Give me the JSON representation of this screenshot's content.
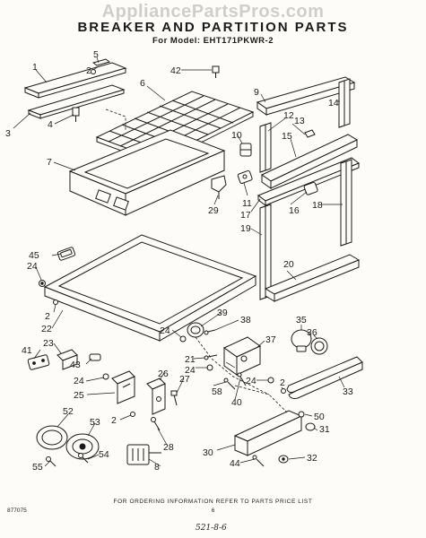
{
  "watermark": "AppliancePartsPros.com",
  "title": "BREAKER AND PARTITION PARTS",
  "model": "For Model: EHT171PKWR-2",
  "callouts": [
    "1",
    "2",
    "3",
    "4",
    "5",
    "6",
    "7",
    "8",
    "9",
    "10",
    "11",
    "12",
    "13",
    "14",
    "15",
    "16",
    "17",
    "18",
    "19",
    "20",
    "21",
    "22",
    "23",
    "24",
    "25",
    "26",
    "27",
    "28",
    "29",
    "30",
    "31",
    "32",
    "33",
    "35",
    "36",
    "37",
    "38",
    "39",
    "40",
    "41",
    "42",
    "43",
    "44",
    "45",
    "50",
    "52",
    "53",
    "54",
    "55",
    "58"
  ],
  "footer": {
    "note": "FOR ORDERING INFORMATION REFER TO PARTS PRICE LIST",
    "doc_number": "877075",
    "page": "6",
    "handwritten": "521-8-6"
  }
}
